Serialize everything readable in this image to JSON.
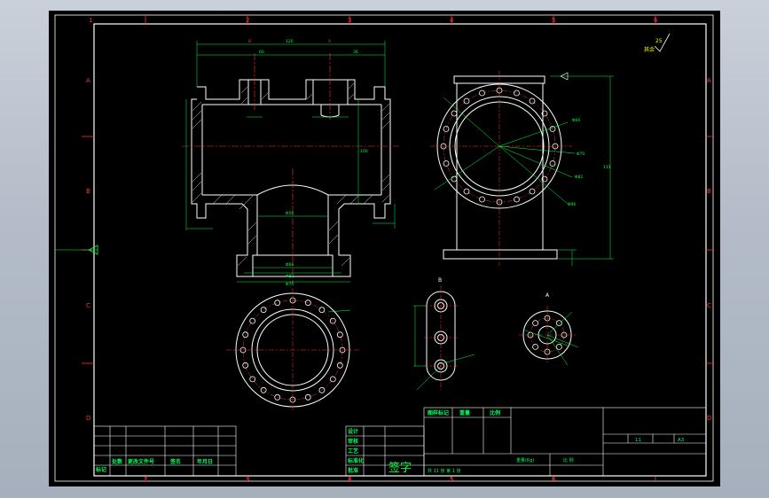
{
  "zone_columns": [
    "1",
    "2",
    "3",
    "4",
    "5",
    "6"
  ],
  "zone_rows": [
    "A",
    "B",
    "C",
    "D"
  ],
  "roughness": {
    "value": "25",
    "label": "其余"
  },
  "dimensions": {
    "top_total": "120",
    "top_left": "60",
    "top_right": "36",
    "section_b_label": "B",
    "section_a_label": "A",
    "pipe_bore": "Φ56",
    "bottom_d1": "Φ66",
    "bottom_d2": "Φ82",
    "bottom_d3": "Φ70",
    "height": "100",
    "right_dims": [
      "Φ66",
      "Φ70",
      "Φ82",
      "Φ96"
    ],
    "right_height": "111"
  },
  "view_labels": {
    "view_b": "B",
    "view_a": "A"
  },
  "title_block": {
    "left_cells": [
      "标记",
      "处数",
      "更改文件号",
      "签名",
      "年月日"
    ],
    "mid_rows": [
      "设计",
      "审核",
      "工艺",
      "标准化",
      "批准"
    ],
    "signature_text": "签字",
    "name_cells": [
      "图样标记",
      "重量",
      "比例"
    ],
    "weight_label": "重量(Kg)",
    "scale_label": "比 例",
    "sheet_label": "共  11  张  第  1  张",
    "drawing_no": "A3",
    "sheet_no": "11"
  }
}
